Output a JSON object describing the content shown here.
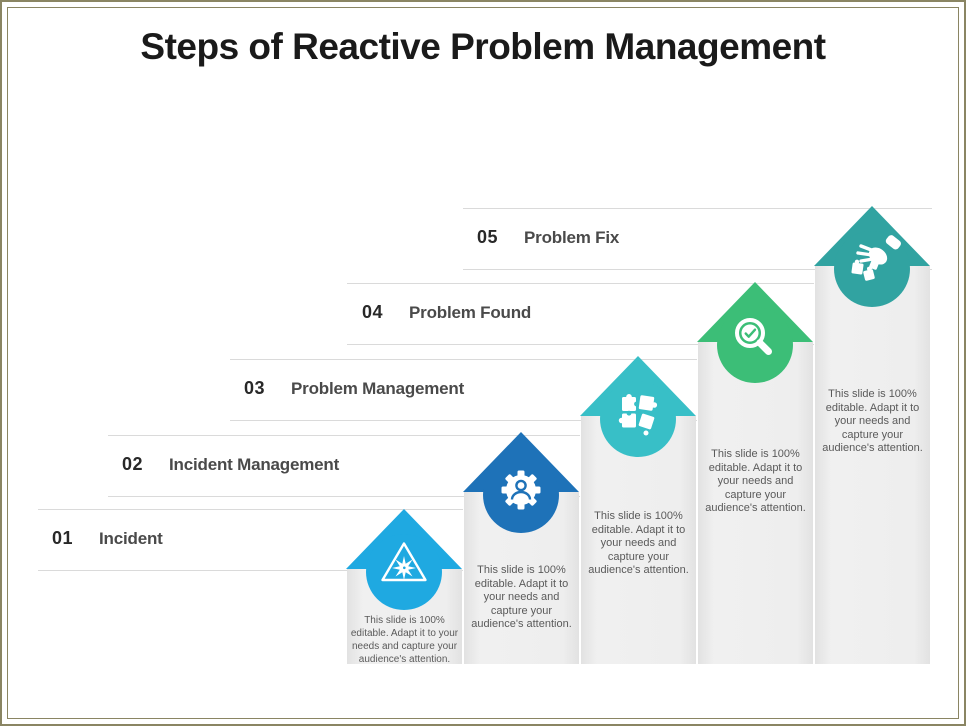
{
  "title": "Steps of Reactive Problem Management",
  "steps": [
    {
      "number": "01",
      "label": "Incident",
      "description": "This slide is 100% editable. Adapt it to your needs and capture your audience's attention.",
      "color": "#1FA9E1",
      "icon": "warning-burst-icon"
    },
    {
      "number": "02",
      "label": "Incident Management",
      "description": "This slide is 100% editable. Adapt it to your needs and capture your audience's attention.",
      "color": "#1E72B8",
      "icon": "gear-user-icon"
    },
    {
      "number": "03",
      "label": "Problem Management",
      "description": "This slide is 100% editable. Adapt it to your needs and capture your audience's attention.",
      "color": "#38BFC7",
      "icon": "puzzle-pieces-icon"
    },
    {
      "number": "04",
      "label": "Problem Found",
      "description": "This slide is 100% editable. Adapt it to your needs and capture your audience's attention.",
      "color": "#3CBE77",
      "icon": "magnifier-check-icon"
    },
    {
      "number": "05",
      "label": "Problem Fix",
      "description": "This slide is 100% editable. Adapt it to your needs and capture your audience's attention.",
      "color": "#31A3A1",
      "icon": "hand-puzzle-icon"
    }
  ],
  "colors": {
    "frame_border": "#8A8563",
    "divider_line": "#DADADA",
    "column_bg": "#ECECEC",
    "title_text": "#1A1A1A",
    "step_number": "#282828",
    "step_label": "#4A4A4A",
    "description_text": "#5A5A5A"
  }
}
